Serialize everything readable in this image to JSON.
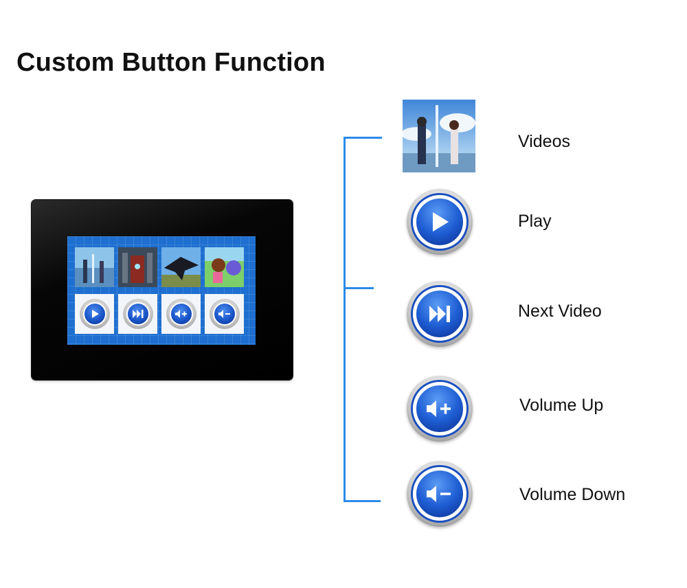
{
  "heading": "Custom Button Function",
  "device": {
    "thumbnails": [
      "video-poster-1",
      "video-poster-2",
      "video-poster-3",
      "video-poster-4"
    ],
    "buttons": [
      "play-icon",
      "next-video-icon",
      "volume-up-icon",
      "volume-down-icon"
    ]
  },
  "functions": [
    {
      "label": "Videos",
      "icon": "video-thumbnail"
    },
    {
      "label": "Play",
      "icon": "play-icon"
    },
    {
      "label": "Next Video",
      "icon": "next-video-icon"
    },
    {
      "label": "Volume Up",
      "icon": "volume-up-icon"
    },
    {
      "label": "Volume Down",
      "icon": "volume-down-icon"
    }
  ],
  "colors": {
    "accent": "#2b8ae8",
    "button_blue": "#1f5fd4",
    "screen_blue": "#1e6fd0"
  }
}
